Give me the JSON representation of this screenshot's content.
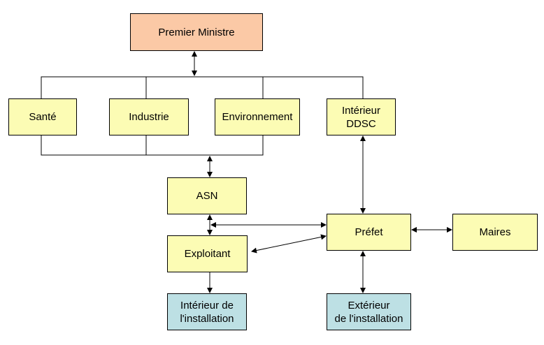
{
  "nodes": {
    "premier_ministre": "Premier Ministre",
    "sante": "Santé",
    "industrie": "Industrie",
    "environnement": "Environnement",
    "interieur_ddsc": "Intérieur\nDDSC",
    "asn": "ASN",
    "prefet": "Préfet",
    "maires": "Maires",
    "exploitant": "Exploitant",
    "interieur_installation": "Intérieur de\nl'installation",
    "exterieur_installation": "Extérieur\nde l'installation"
  },
  "colors": {
    "top": "#fbc9a6",
    "authority": "#fcfcb4",
    "installation": "#bde0e4"
  }
}
